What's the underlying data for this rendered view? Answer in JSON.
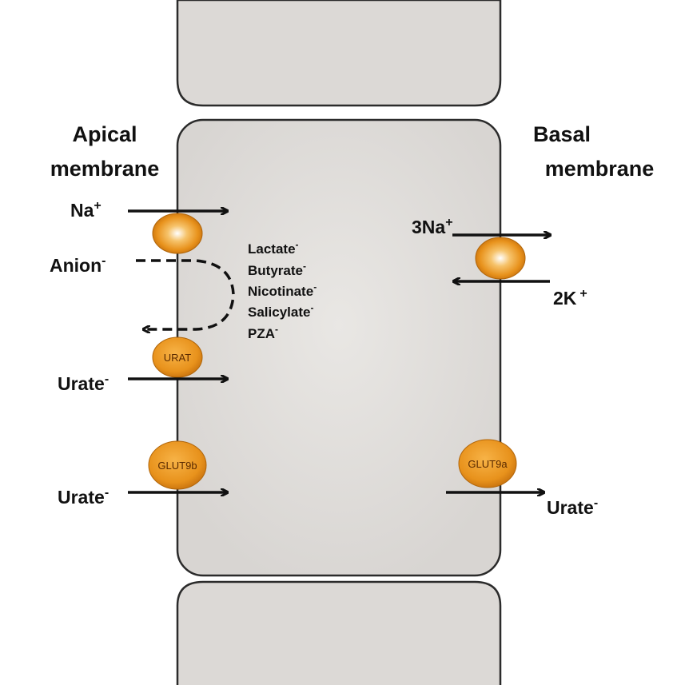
{
  "labels": {
    "apical_line1": "Apical",
    "apical_line2": "membrane",
    "basal_line1": "Basal",
    "basal_line2": "membrane",
    "na": "Na",
    "anion": "Anion",
    "urate_top": "Urate",
    "urate_mid": "Urate",
    "urate_right": "Urate",
    "three_na": "3Na",
    "two_k": "2K",
    "plus": "+",
    "minus": "-"
  },
  "anions": [
    "Lactate",
    "Butyrate",
    "Nicotinate",
    "Salicylate",
    "PZA"
  ],
  "transporters": {
    "urat": "URAT",
    "glut9b": "GLUT9b",
    "glut9a": "GLUT9a"
  },
  "colors": {
    "cell_fill": "#dcd9d6",
    "cell_stroke": "#2b2b2b",
    "transporter": "#e8921c",
    "transporter_dark": "#c46e0c",
    "arrow": "#111111"
  }
}
